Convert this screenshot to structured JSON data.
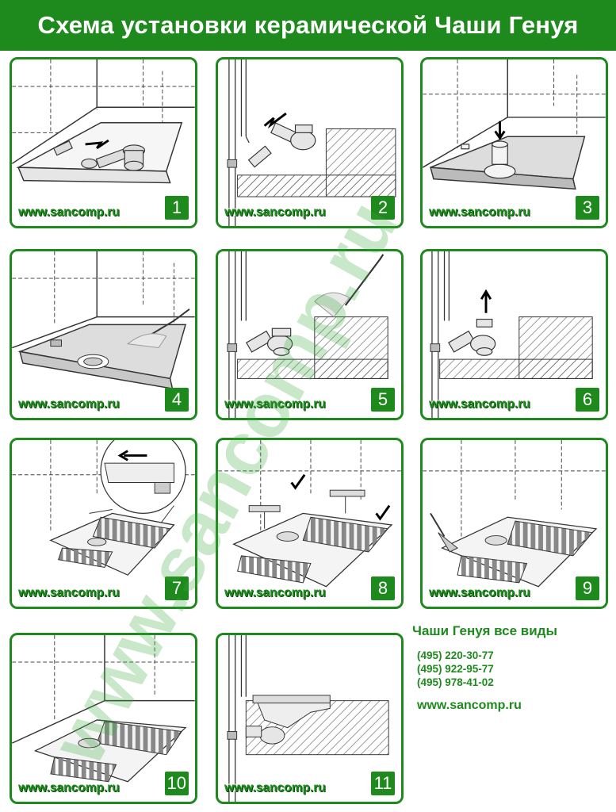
{
  "header": {
    "title": "Схема установки керамической Чаши Генуя"
  },
  "site": "www.sancomp.ru",
  "steps": [
    {
      "number": "1"
    },
    {
      "number": "2"
    },
    {
      "number": "3"
    },
    {
      "number": "4"
    },
    {
      "number": "5"
    },
    {
      "number": "6"
    },
    {
      "number": "7"
    },
    {
      "number": "8"
    },
    {
      "number": "9"
    },
    {
      "number": "10"
    },
    {
      "number": "11"
    }
  ],
  "watermark": {
    "text": "www.sancomp.ru"
  },
  "contact": {
    "title": "Чаши Генуя все виды",
    "phones": [
      "(495) 220-30-77",
      "(495) 922-95-77",
      "(495) 978-41-02"
    ],
    "url": "www.sancomp.ru"
  },
  "colors": {
    "brand_green": "#1e8a1e",
    "line": "#333333",
    "tile_dash": "#555555"
  }
}
